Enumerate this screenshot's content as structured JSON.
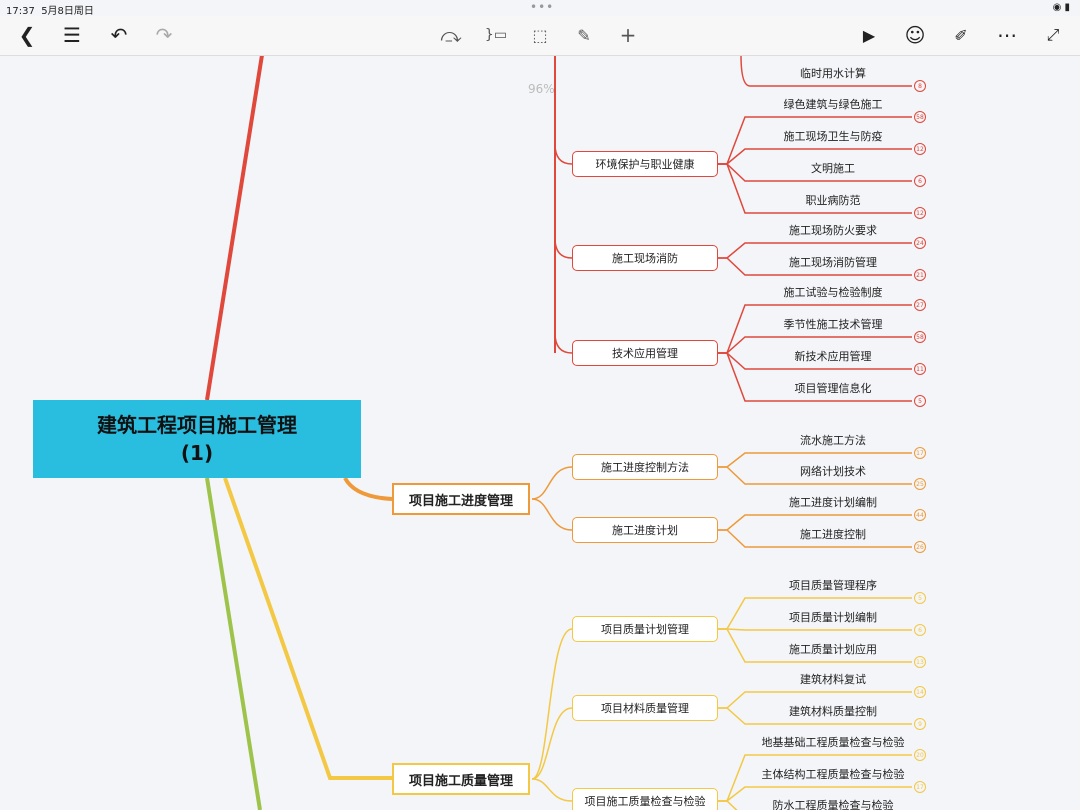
{
  "status_bar": {
    "time": "17:37",
    "date": "5月8日周日",
    "dots": "•••",
    "icons": [
      "wifi-icon",
      "battery-icon"
    ]
  },
  "toolbar": {
    "left": [
      "back-icon",
      "outline-list-icon",
      "undo-icon",
      "redo-icon"
    ],
    "center": [
      "relationship-icon",
      "summary-icon",
      "boundary-icon",
      "note-icon",
      "add-icon"
    ],
    "right": [
      "presentation-icon",
      "sticker-icon",
      "format-brush-icon",
      "more-icon",
      "fullscreen-icon"
    ]
  },
  "zoom_label": "96%",
  "colors": {
    "root": "#29BEDF",
    "red": "#E0483C",
    "orange": "#EE9A3A",
    "yellow": "#F3C845",
    "green": "#9DC34A"
  },
  "root": {
    "line1": "建筑工程项目施工管理",
    "line2": "(1)"
  },
  "top_partial_leaf": {
    "label": "临时用水计算",
    "count": "8"
  },
  "branches": [
    {
      "color_key": "red",
      "title": null,
      "subtopics": [
        {
          "label": "环境保护与职业健康",
          "leaves": [
            {
              "label": "绿色建筑与绿色施工",
              "count": "58"
            },
            {
              "label": "施工现场卫生与防疫",
              "count": "12"
            },
            {
              "label": "文明施工",
              "count": "6"
            },
            {
              "label": "职业病防范",
              "count": "12"
            }
          ]
        },
        {
          "label": "施工现场消防",
          "leaves": [
            {
              "label": "施工现场防火要求",
              "count": "24"
            },
            {
              "label": "施工现场消防管理",
              "count": "21"
            }
          ]
        },
        {
          "label": "技术应用管理",
          "leaves": [
            {
              "label": "施工试验与检验制度",
              "count": "27"
            },
            {
              "label": "季节性施工技术管理",
              "count": "58"
            },
            {
              "label": "新技术应用管理",
              "count": "11"
            },
            {
              "label": "项目管理信息化",
              "count": "5"
            }
          ]
        }
      ]
    },
    {
      "color_key": "orange",
      "title": "项目施工进度管理",
      "subtopics": [
        {
          "label": "施工进度控制方法",
          "leaves": [
            {
              "label": "流水施工方法",
              "count": "17"
            },
            {
              "label": "网络计划技术",
              "count": "25"
            }
          ]
        },
        {
          "label": "施工进度计划",
          "leaves": [
            {
              "label": "施工进度计划编制",
              "count": "44"
            },
            {
              "label": "施工进度控制",
              "count": "26"
            }
          ]
        }
      ]
    },
    {
      "color_key": "yellow",
      "title": "项目施工质量管理",
      "subtopics": [
        {
          "label": "项目质量计划管理",
          "leaves": [
            {
              "label": "项目质量管理程序",
              "count": "5"
            },
            {
              "label": "项目质量计划编制",
              "count": "6"
            },
            {
              "label": "施工质量计划应用",
              "count": "13"
            }
          ]
        },
        {
          "label": "项目材料质量管理",
          "leaves": [
            {
              "label": "建筑材料复试",
              "count": "14"
            },
            {
              "label": "建筑材料质量控制",
              "count": "9"
            }
          ]
        },
        {
          "label": "项目施工质量检查与检验",
          "leaves": [
            {
              "label": "地基基础工程质量检查与检验",
              "count": "20"
            },
            {
              "label": "主体结构工程质量检查与检验",
              "count": "17"
            },
            {
              "label": "防水工程质量检查与检验",
              "count": ""
            }
          ]
        }
      ]
    }
  ]
}
